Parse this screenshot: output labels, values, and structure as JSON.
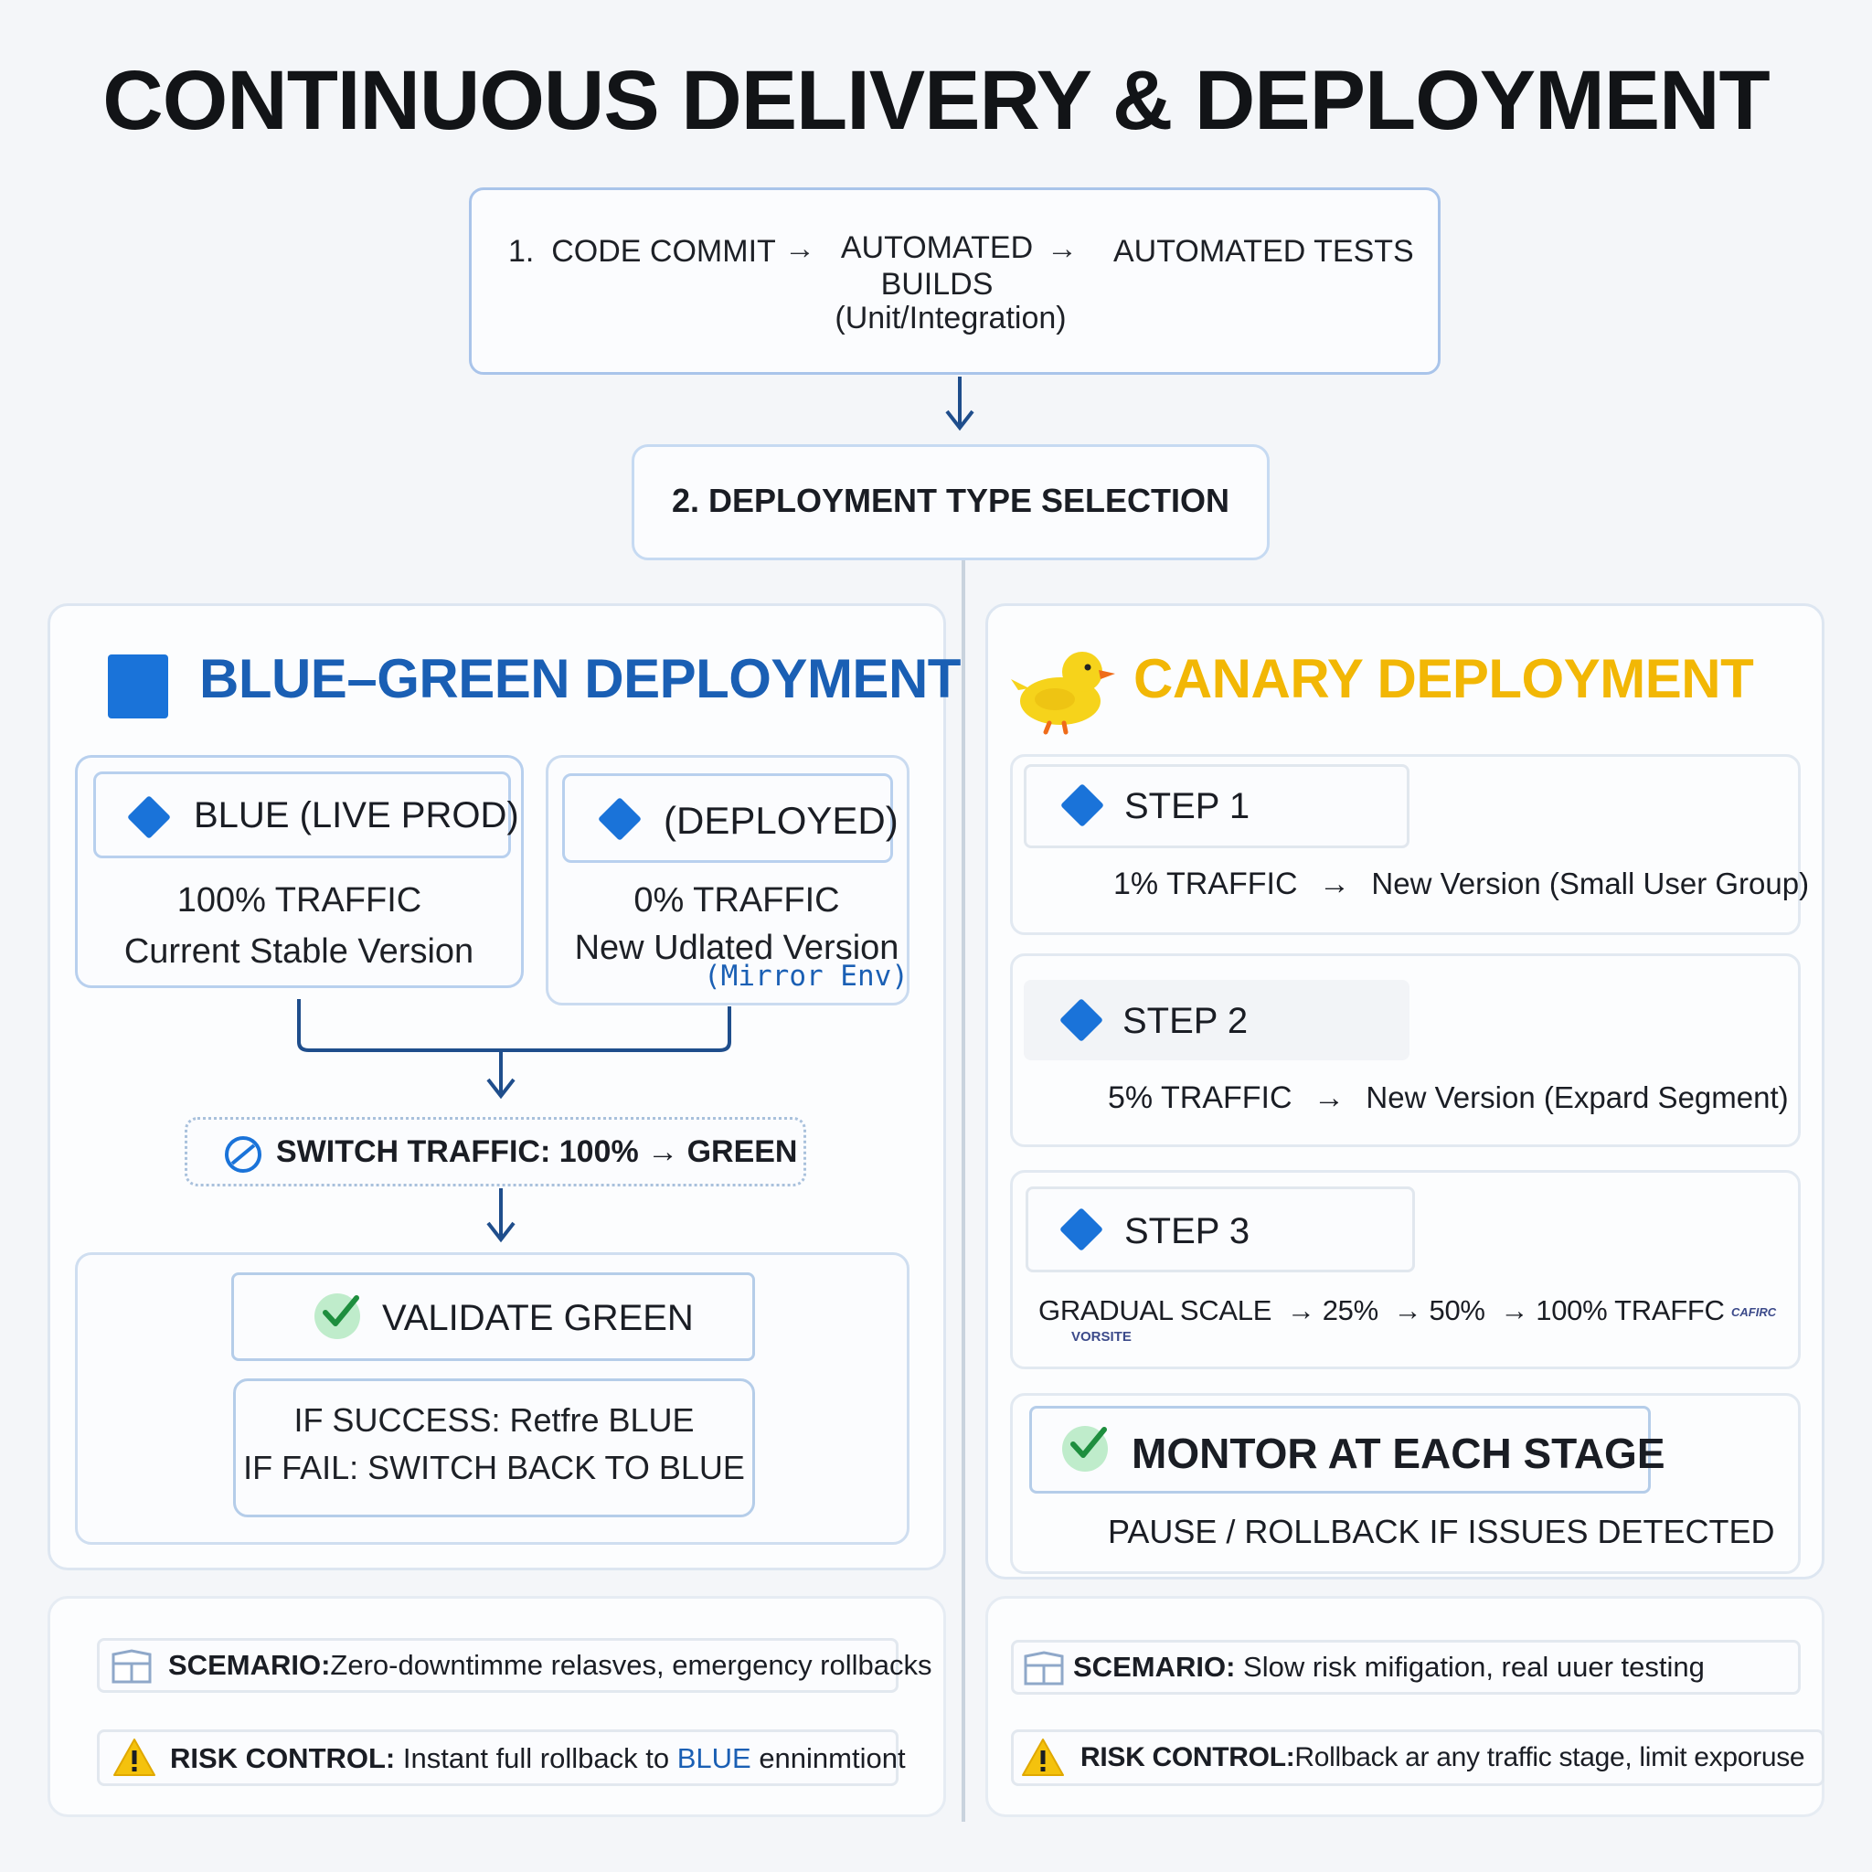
{
  "title": "CONTINUOUS DELIVERY & DEPLOYMENT",
  "pipeline": {
    "step1": "1.  CODE COMMIT",
    "arrow1": "→",
    "builds_line1": "AUTOMATED",
    "builds_line2": "BUILDS",
    "builds_sub": "(Unit/Integration)",
    "arrow2": "→",
    "tests": "AUTOMATED TESTS"
  },
  "selection": "2. DEPLOYMENT TYPE SELECTION",
  "blue_green": {
    "title": "BLUE–GREEN DEPLOYMENT",
    "blue_box": {
      "label": "BLUE (LIVE PROD)",
      "traffic": "100% TRAFFIC",
      "desc": "Current Stable Version"
    },
    "green_box": {
      "label": "(DEPLOYED)",
      "traffic": "0% TRAFFIC",
      "desc": "New Udlated Version",
      "note": "(Mirror Env)"
    },
    "switch": "SWITCH TRAFFIC: 100% → GREEN",
    "validate": "VALIDATE GREEN",
    "success": "IF SUCCESS: Retfre BLUE",
    "fail": "IF FAIL: SWITCH BACK TO BLUE",
    "scenario_label": "SCEMARIO:",
    "scenario_text": "Zero-downtimme relasves, emergency rollbacks",
    "risk_label": "RISK CONTROL:",
    "risk_text_a": "Instant full rollback to ",
    "risk_text_b": "BLUE",
    "risk_text_c": " enninmtiont"
  },
  "canary": {
    "title": "CANARY DEPLOYMENT",
    "step1": {
      "label": "STEP 1",
      "traffic": "1% TRAFFIC",
      "arrow": "→",
      "desc": "New Version (Small User Group)"
    },
    "step2": {
      "label": "STEP 2",
      "traffic": "5% TRAFFIC",
      "arrow": "→",
      "desc": "New Version (Expard Segment)"
    },
    "step3": {
      "label": "STEP 3",
      "text": "GRADUAL SCALE  → 25%  → 50%  → 100% TRAFFC",
      "tiny_right": "CAFIRC",
      "tiny_below": "VORSITE"
    },
    "monitor": "MONTOR AT EACH STAGE",
    "pause": "PAUSE / ROLLBACK IF ISSUES DETECTED",
    "scenario_label": "SCEMARIO:",
    "scenario_text": "Slow risk mifigation, real uuer testing",
    "risk_label": "RISK CONTROL:",
    "risk_text": "Rollback ar any traffic stage, limit exporuse"
  },
  "colors": {
    "accent_blue": "#1a73d9",
    "title_blue": "#1a5fb4",
    "canary_yellow": "#f2b705",
    "connector": "#1f4e8c",
    "warning": "#f4c20d",
    "check_green": "#1e8e3e"
  },
  "icons": [
    "blue-square-icon",
    "duck-icon",
    "diamond-icon",
    "no-entry-icon",
    "check-icon",
    "scenario-box-icon",
    "warning-icon",
    "arrow-down-icon"
  ]
}
